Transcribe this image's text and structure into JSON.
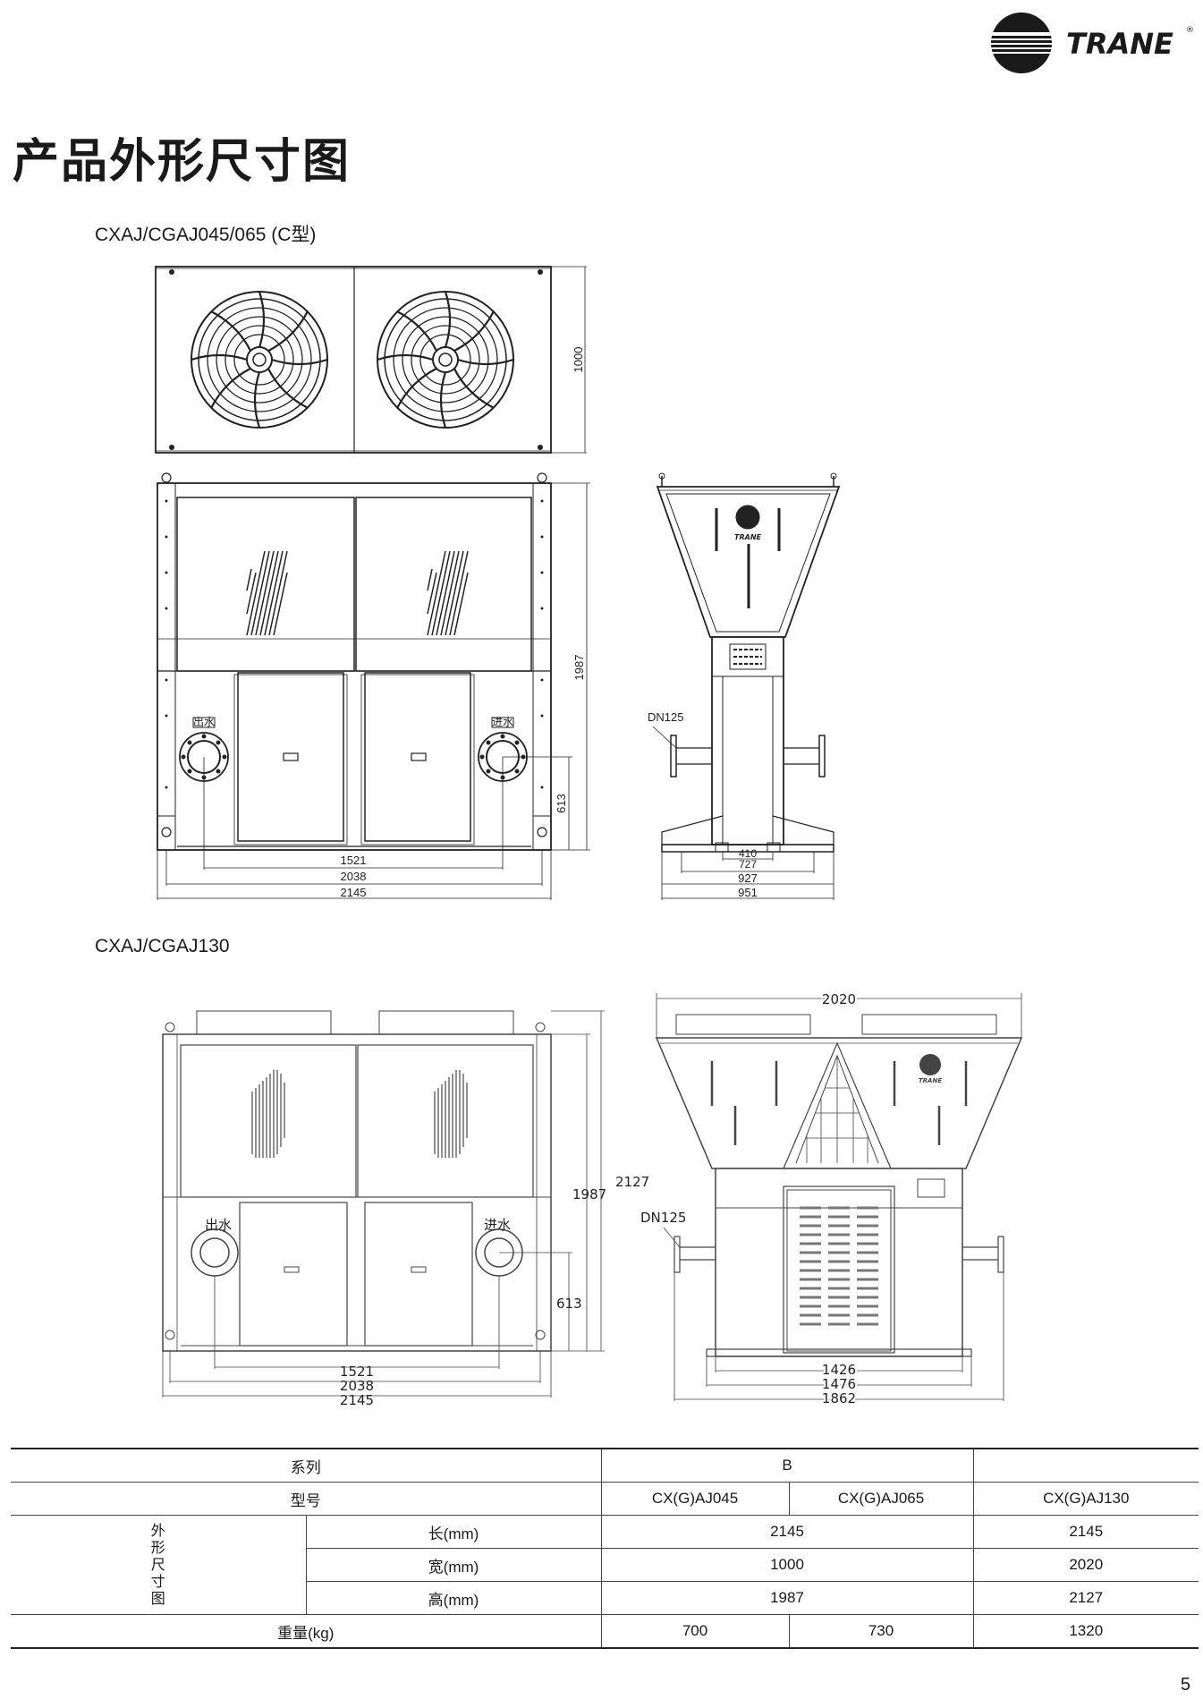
{
  "brand": {
    "name": "TRANE",
    "reg": "®"
  },
  "page_title": "产品外形尺寸图",
  "section1": {
    "title": "CXAJ/CGAJ045/065 (C型)",
    "dims": {
      "depth": "1000",
      "height": "1987",
      "inlet_h": "613",
      "w1": "1521",
      "w2": "2038",
      "w3": "2145",
      "s1": "410",
      "s2": "727",
      "s3": "927",
      "s4": "951",
      "dn": "DN125",
      "inlet": "进水",
      "outlet": "出水"
    }
  },
  "section2": {
    "title": "CXAJ/CGAJ130",
    "dims": {
      "total_h": "2127",
      "height": "1987",
      "inlet_h": "613",
      "w1": "1521",
      "w2": "2038",
      "w3": "2145",
      "top_w": "2020",
      "dn": "DN125",
      "s1": "1426",
      "s2": "1476",
      "s3": "1862",
      "outlet": "出水",
      "inlet": "进水"
    }
  },
  "table": {
    "series_label": "系列",
    "series_value": "B",
    "model_label": "型号",
    "models": [
      "CX(G)AJ045",
      "CX(G)AJ065",
      "CX(G)AJ130"
    ],
    "group_label_chars": [
      "外",
      "形",
      "尺",
      "寸",
      "图"
    ],
    "rows": [
      {
        "label": "长(mm)",
        "b": "2145",
        "c": "2145"
      },
      {
        "label": "宽(mm)",
        "b": "1000",
        "c": "2020"
      },
      {
        "label": "高(mm)",
        "b": "1987",
        "c": "2127"
      }
    ],
    "weight_label": "重量(kg)",
    "weights": [
      "700",
      "730",
      "1320"
    ]
  },
  "page_number": "5"
}
